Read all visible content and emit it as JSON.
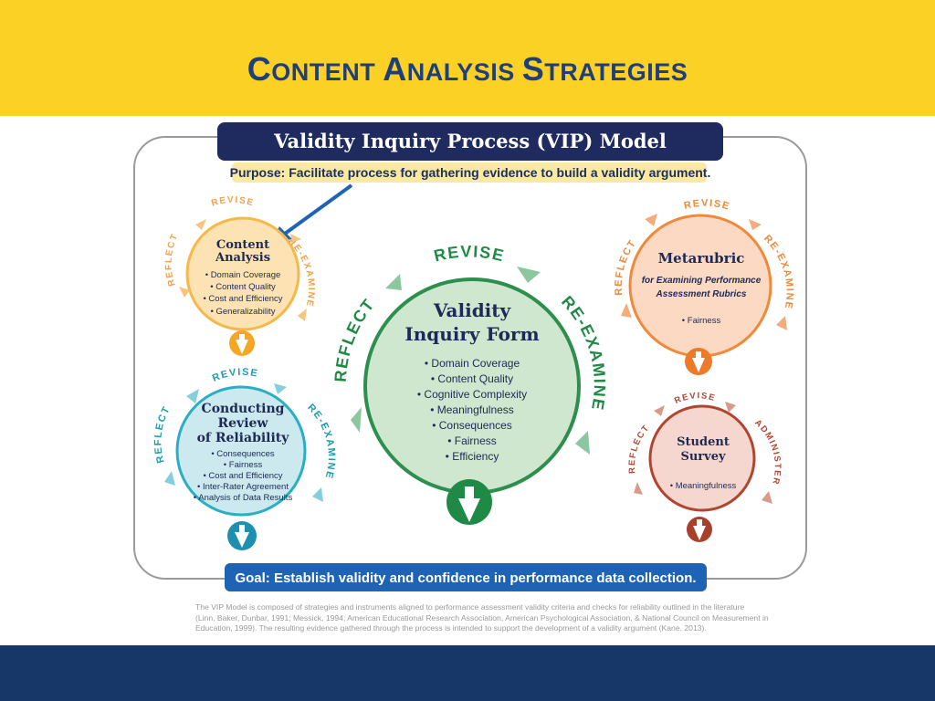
{
  "slide": {
    "title_parts": [
      "C",
      "ONTENT ",
      "A",
      "NALYSIS ",
      "S",
      "TRATEGIES"
    ]
  },
  "colors": {
    "top_band": "#fcd126",
    "bottom_band": "#173769",
    "title": "#1f3f7a",
    "content_analysis": "#f5b84a",
    "validity_inquiry_form": "#2d8f4e",
    "reliability": "#2aaec2",
    "metarubric": "#ee8a3a",
    "student_survey": "#b1462f"
  },
  "diagram": {
    "title": "Validity Inquiry Process (VIP) Model",
    "purpose": "Purpose: Facilitate process for gathering evidence to build a validity argument.",
    "goal": "Goal: Establish validity and confidence in performance data collection.",
    "cycle_labels": {
      "revise": "REVISE",
      "reexamine": "RE-EXAMINE",
      "reflect": "REFLECT",
      "administer": "ADMINISTER"
    },
    "content_analysis": {
      "heading": [
        "Content",
        "Analysis"
      ],
      "items": [
        "• Domain Coverage",
        "• Content Quality",
        "• Cost and Efficiency",
        "• Generalizability"
      ]
    },
    "validity_inquiry_form": {
      "heading": [
        "Validity",
        "Inquiry Form"
      ],
      "items": [
        "• Domain Coverage",
        "• Content Quality",
        "• Cognitive Complexity",
        "• Meaningfulness",
        "• Consequences",
        "• Fairness",
        "• Efficiency"
      ]
    },
    "reliability": {
      "heading": [
        "Conducting",
        "Review",
        "of Reliability"
      ],
      "items": [
        "• Consequences",
        "• Fairness",
        "• Cost and Efficiency",
        "• Inter-Rater Agreement",
        "• Analysis of Data Results"
      ]
    },
    "metarubric": {
      "heading": "Metarubric",
      "subtitle": [
        "for Examining Performance",
        "Assessment Rubrics"
      ],
      "items": [
        "• Fairness"
      ]
    },
    "student_survey": {
      "heading": [
        "Student",
        "Survey"
      ],
      "items": [
        "• Meaningfulness"
      ]
    },
    "footnote": [
      "The VIP Model is composed of strategies and instruments aligned to performance assessment validity criteria and checks for reliability outlined in the literature",
      "(Linn, Baker, Dunbar, 1991; Messick, 1994; American Educational Research Association, American Psychological Association, & National Council on Measurement in",
      "Education, 1999). The resulting evidence gathered through the process is intended to support the development of a validity argument (Kane, 2013)."
    ]
  }
}
